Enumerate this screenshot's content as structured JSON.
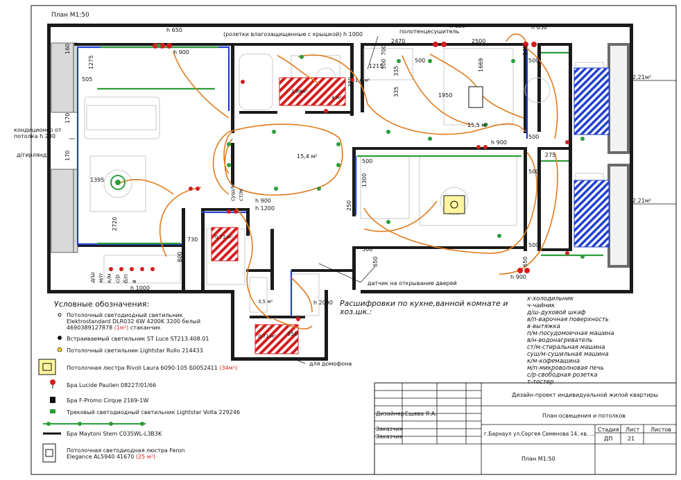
{
  "sheet": {
    "plan_label_top": "План М1:50",
    "plan_label_bottom": "План М1:50"
  },
  "annotations": {
    "h650_left": "h 650",
    "h900_left": "h 900",
    "sockets_note": "(розетки влагозащищенные с крышкой) h 1000",
    "towel_dryer": "полотенцесушитель",
    "h650_mid": "h 650",
    "h650_right": "h 650",
    "ac_note_1": "кондиционер от",
    "ac_note_2": "потолка h 200",
    "garland": "д/гирлянд",
    "h900_a": "h 900",
    "h1200": "h 1200",
    "h900_b": "h 900",
    "h1000_bottom": "h 1000",
    "h900_right_bottom": "h 900",
    "h2000": "h 2000",
    "door_sensor": "датчик на открывание дверей",
    "intercom": "для домофона",
    "area_big_room": "15,4 м²",
    "area_bath": "1,6 м²",
    "area_bath2": "3,7 м²",
    "area_kitchen": "15,5 м²",
    "area_wc": "4 м²",
    "area_hall": "3,5 м²",
    "area_small": "0,71 м²",
    "area_balcony_1": "2,21м²",
    "area_balcony_2": "2.21м²",
    "area_red_1": "1,88м²",
    "area_red_2": "0,72 м²"
  },
  "dimensions": [
    "160",
    "1275",
    "505",
    "170",
    "170",
    "1395",
    "2720",
    "730",
    "800",
    "250",
    "1300",
    "650",
    "500",
    "500",
    "500",
    "1669",
    "1950",
    "2500",
    "2470",
    "700",
    "500",
    "1215",
    "380",
    "335",
    "335",
    "275",
    "500",
    "500",
    "500",
    "500",
    "540",
    "650",
    "950"
  ],
  "appliance_labels_bottom": [
    "д/ш",
    "м/п",
    "к/м",
    "с/р",
    "б/п",
    "в"
  ],
  "appliance_labels_mid": [
    "суш/м",
    "ст/м"
  ],
  "legend": {
    "title": "Условные обозначения:",
    "items": [
      {
        "icon": "small-downlight-icon",
        "line1": "Потолочный светодиодный светильник",
        "line2": "Elektrostandard DLR032 6W 4200K 3200 белый",
        "line3a": "4690389127878",
        "line3b": "(1м²)",
        "line3c": "стаканчик"
      },
      {
        "icon": "recessed-light-icon",
        "line1": "Встраиваемый светильник ST Luce ST213.408.01"
      },
      {
        "icon": "led-ceiling-light-icon",
        "line1": "Потолочный светильник Lightstar Rullo 214433"
      },
      {
        "icon": "chandelier-square-icon",
        "line1a": "Потолочная люстра Rivoli Laura 6090-105 Б0052411",
        "line1b": "(34м²)"
      },
      {
        "icon": "wall-sconce-icon",
        "line1": "Бра Lucide Paulien 08227/01/66"
      },
      {
        "icon": "wall-sconce-black-icon",
        "line1": "Бра F-Promo Cirque 2169-1W"
      },
      {
        "icon": "track-light-icon",
        "line1": "Трековый светодиодный светильник Lightstar Volta 229246"
      },
      {
        "icon": "wall-sconce-bar-icon",
        "line1": "Бра Maytoni Stem C035WL-L3B3K"
      },
      {
        "icon": "chandelier-led-icon",
        "line1": "Потолочная светодиодная люстра Feron",
        "line2a": "Elegance AL5940 41670",
        "line2b": "(25 м²)"
      }
    ]
  },
  "decode": {
    "title_line1": "Расшифровки по кухне,ванной комнате и",
    "title_line2": "хоз.шк.:",
    "items": [
      "х-холодильник",
      "ч-чайник",
      "д/ш-духовой шкаф",
      "в/п-варочная поверхность",
      "в-вытяжка",
      "п/м-посудомоечная машина",
      "в/н-водонагреватель",
      "ст/м-стиральная машина",
      "суш/м-сушильная машина",
      "к/м-кофемашина",
      "м/п-микроволновая печь",
      "с/р-свободная розетка",
      "т-тостер"
    ]
  },
  "stamp": {
    "project": "Дизайн-проект индивидуальной жилой квартиры",
    "designer_label": "Дизайнер",
    "designer_name": "Ещева Я.А.",
    "sheet_title": "План освещения и потолков",
    "customer_label_1": "Заказчик",
    "customer_label_2": "Заказчик",
    "address": "г.Барнаул ул.Сергея Семенова 14, кв. ...",
    "stage_label": "Стадия",
    "sheet_label": "Лист",
    "sheets_label": "Листов",
    "stage_value": "ДП",
    "sheet_value": "21",
    "scale": "План М1:50"
  },
  "colors": {
    "cable": "#e07a1c",
    "wall": "#1a1a1a",
    "track": "#2a9d3a",
    "blue_line": "#1f3fd1",
    "red_hatch": "#d51c1c"
  }
}
